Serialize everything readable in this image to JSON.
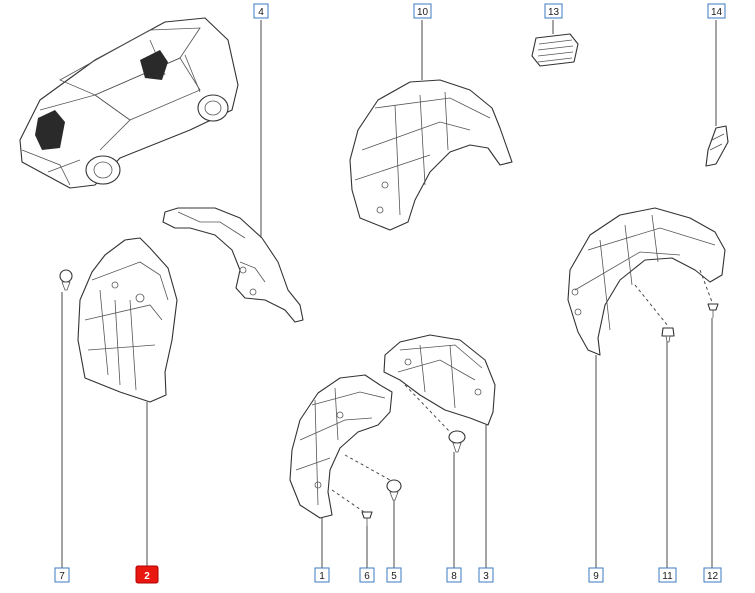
{
  "callouts": [
    {
      "id": "7",
      "label": "7",
      "selected": false
    },
    {
      "id": "2",
      "label": "2",
      "selected": true
    },
    {
      "id": "4",
      "label": "4",
      "selected": false
    },
    {
      "id": "10",
      "label": "10",
      "selected": false
    },
    {
      "id": "13",
      "label": "13",
      "selected": false
    },
    {
      "id": "14",
      "label": "14",
      "selected": false
    },
    {
      "id": "1",
      "label": "1",
      "selected": false
    },
    {
      "id": "6",
      "label": "6",
      "selected": false
    },
    {
      "id": "5",
      "label": "5",
      "selected": false
    },
    {
      "id": "8",
      "label": "8",
      "selected": false
    },
    {
      "id": "3",
      "label": "3",
      "selected": false
    },
    {
      "id": "9",
      "label": "9",
      "selected": false
    },
    {
      "id": "11",
      "label": "11",
      "selected": false
    },
    {
      "id": "12",
      "label": "12",
      "selected": false
    }
  ],
  "colors": {
    "callout_border": "#3a7bbf",
    "callout_selected": "#e8170f",
    "line_art": "#333333"
  }
}
